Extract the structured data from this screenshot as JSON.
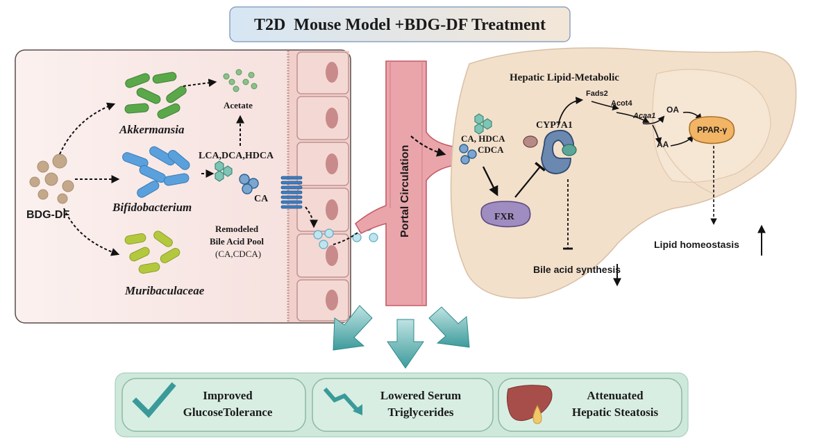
{
  "title": "T2D  Mouse Model +BDG-DF Treatment",
  "left_panel": {
    "treatment": "BDG-DF",
    "bacteria": [
      "Akkermansia",
      "Bifidobacterium",
      "Muribaculaceae"
    ],
    "metabolite_acetate": "Acetate",
    "secondary_bile_acids": "LCA,DCA,HDCA",
    "primary_bile_acid": "CA",
    "pool_line1": "Remodeled",
    "pool_line2": "Bile Acid Pool",
    "pool_line3": "(CA,CDCA)"
  },
  "portal_label": "Portal Circulation",
  "liver": {
    "header": "Hepatic Lipid-Metabolic",
    "ca_hdca": "CA, HDCA",
    "cdca": "CDCA",
    "fxr": "FXR",
    "cyp7a1": "CYP7A1",
    "genes": [
      "Fads2",
      "Acot4",
      "Acaa1"
    ],
    "oa": "OA",
    "aa": "AA",
    "ppar": "PPAR-γ",
    "bile_acid_synthesis": "Bile acid synthesis",
    "lipid_homeostasis": "Lipid homeostasis"
  },
  "outcomes": [
    {
      "line1": "Improved",
      "line2": "GlucoseTolerance"
    },
    {
      "line1": "Lowered Serum",
      "line2": "Triglycerides"
    },
    {
      "line1": "Attenuated",
      "line2": "Hepatic Steatosis"
    }
  ],
  "colors": {
    "akkermansia": "#5aa84a",
    "bifidobacterium": "#4a90d0",
    "muribaculaceae": "#a8c23a",
    "vessel": "#e8a4aa",
    "liver": "#f2dfc8",
    "fxr": "#9f8cc0",
    "ppar": "#f0b060",
    "outcome_bar": "#cfe8dc",
    "teal": "#3a9a9a"
  }
}
